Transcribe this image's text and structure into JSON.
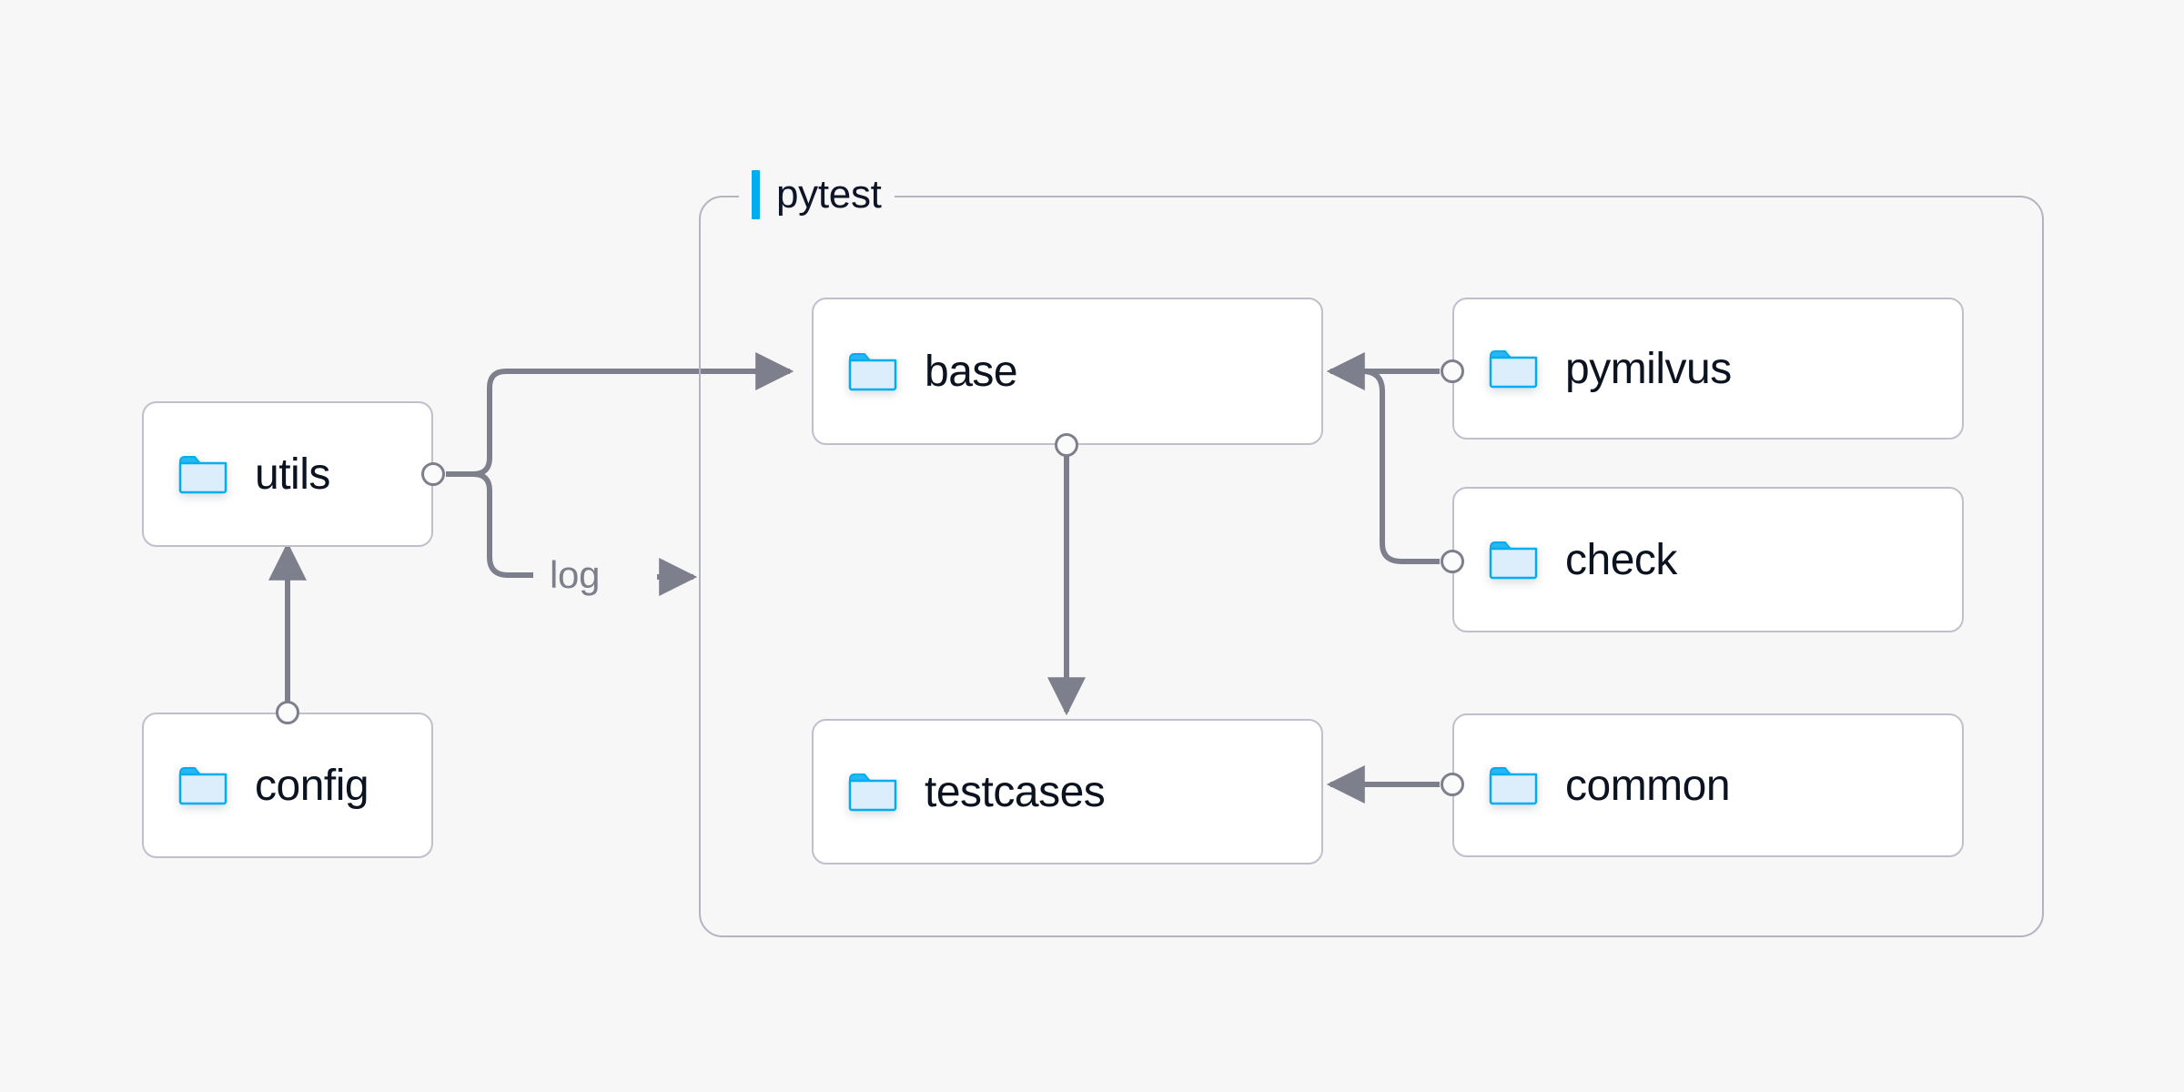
{
  "diagram": {
    "title_visible": false,
    "background_color": "#f7f7f7",
    "accent_color": "#00aeef",
    "edge_color": "#7d7f8c",
    "node_border_color": "#bfc0cb",
    "group_border_color": "#b4b4c0",
    "label_color": "#0b1220"
  },
  "group": {
    "label": "pytest",
    "accent_color": "#00aeef"
  },
  "nodes": [
    {
      "id": "utils",
      "label": "utils",
      "icon": "folder-icon"
    },
    {
      "id": "config",
      "label": "config",
      "icon": "folder-icon"
    },
    {
      "id": "base",
      "label": "base",
      "icon": "folder-icon"
    },
    {
      "id": "testcases",
      "label": "testcases",
      "icon": "folder-icon"
    },
    {
      "id": "pymilvus",
      "label": "pymilvus",
      "icon": "folder-icon"
    },
    {
      "id": "check",
      "label": "check",
      "icon": "folder-icon"
    },
    {
      "id": "common",
      "label": "common",
      "icon": "folder-icon"
    }
  ],
  "edges": [
    {
      "id": "config-utils",
      "from": "config",
      "to": "utils",
      "label": ""
    },
    {
      "id": "utils-base",
      "from": "utils",
      "to": "base",
      "label": ""
    },
    {
      "id": "utils-log",
      "from": "utils",
      "to": "pytest",
      "label": "log"
    },
    {
      "id": "base-testcases",
      "from": "base",
      "to": "testcases",
      "label": ""
    },
    {
      "id": "pymilvus-base",
      "from": "pymilvus",
      "to": "base",
      "label": ""
    },
    {
      "id": "check-base",
      "from": "check",
      "to": "base",
      "label": ""
    },
    {
      "id": "common-testcases",
      "from": "common",
      "to": "testcases",
      "label": ""
    }
  ],
  "edge_labels": {
    "log": "log"
  }
}
